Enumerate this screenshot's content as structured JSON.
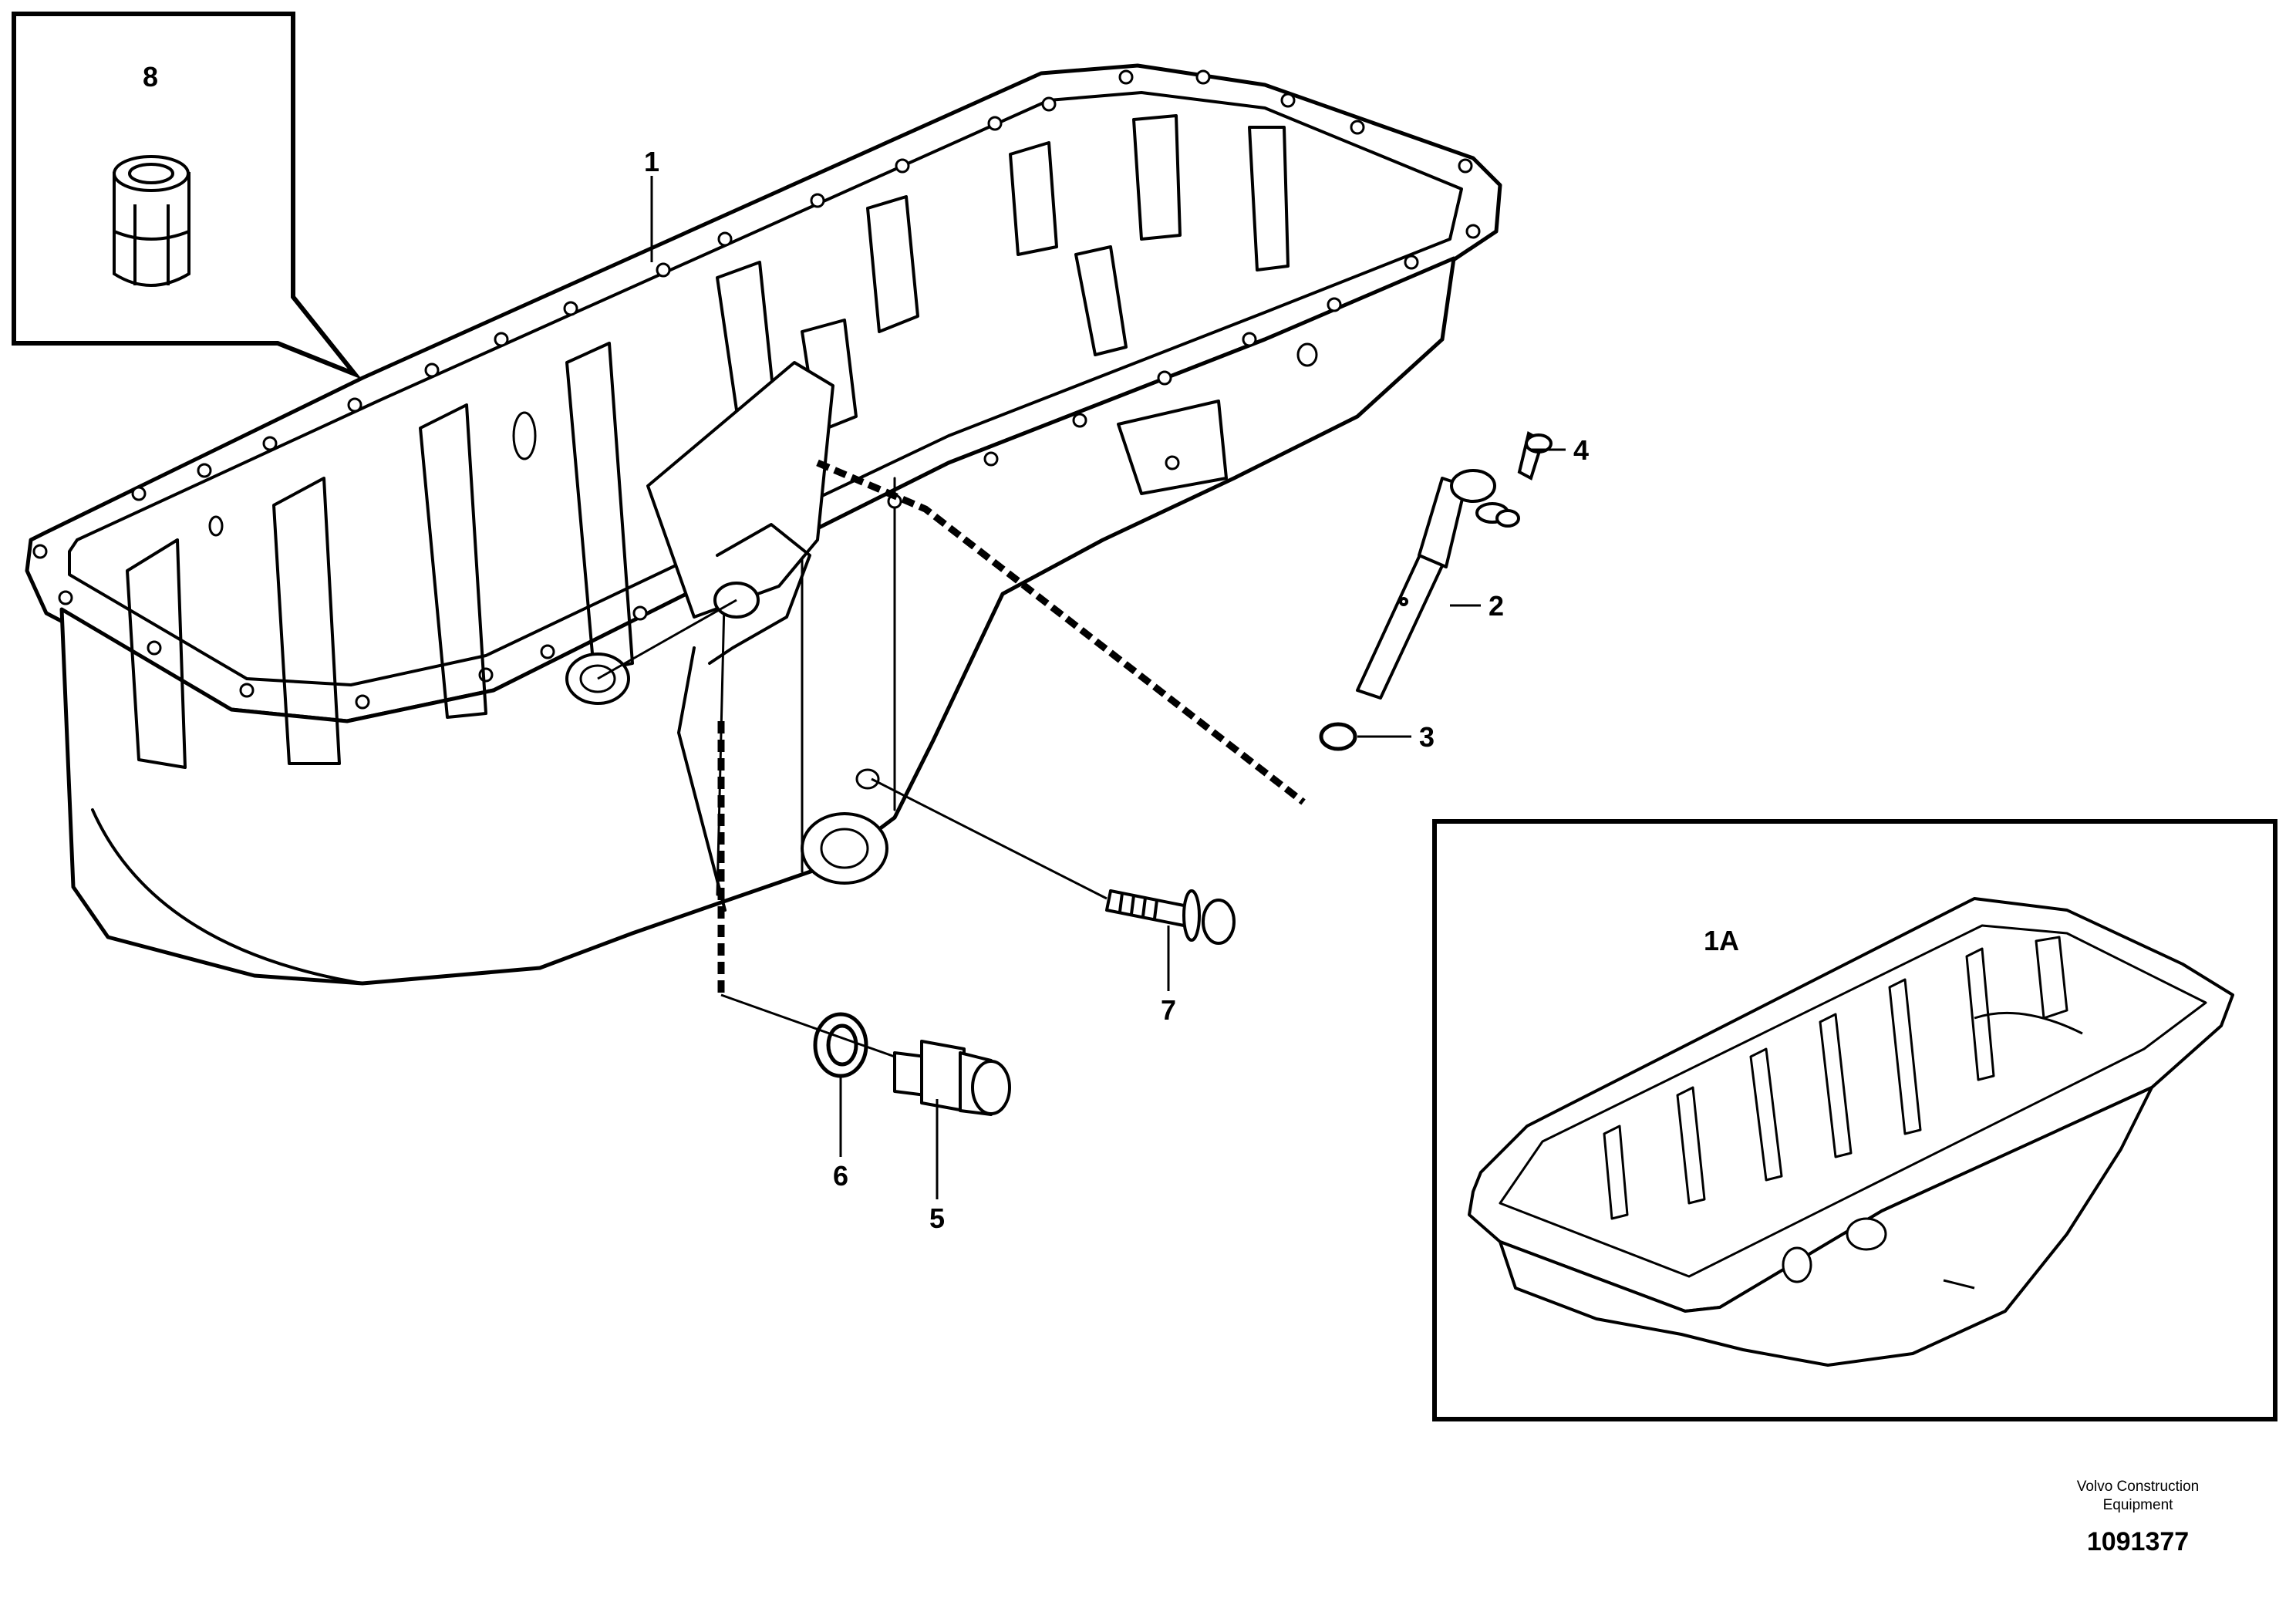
{
  "callouts": {
    "c1": "1",
    "c1a": "1A",
    "c2": "2",
    "c3": "3",
    "c4": "4",
    "c5": "5",
    "c6": "6",
    "c7": "7",
    "c8": "8"
  },
  "footer": {
    "company_line1": "Volvo Construction",
    "company_line2": "Equipment",
    "drawing_number": "1091377"
  }
}
